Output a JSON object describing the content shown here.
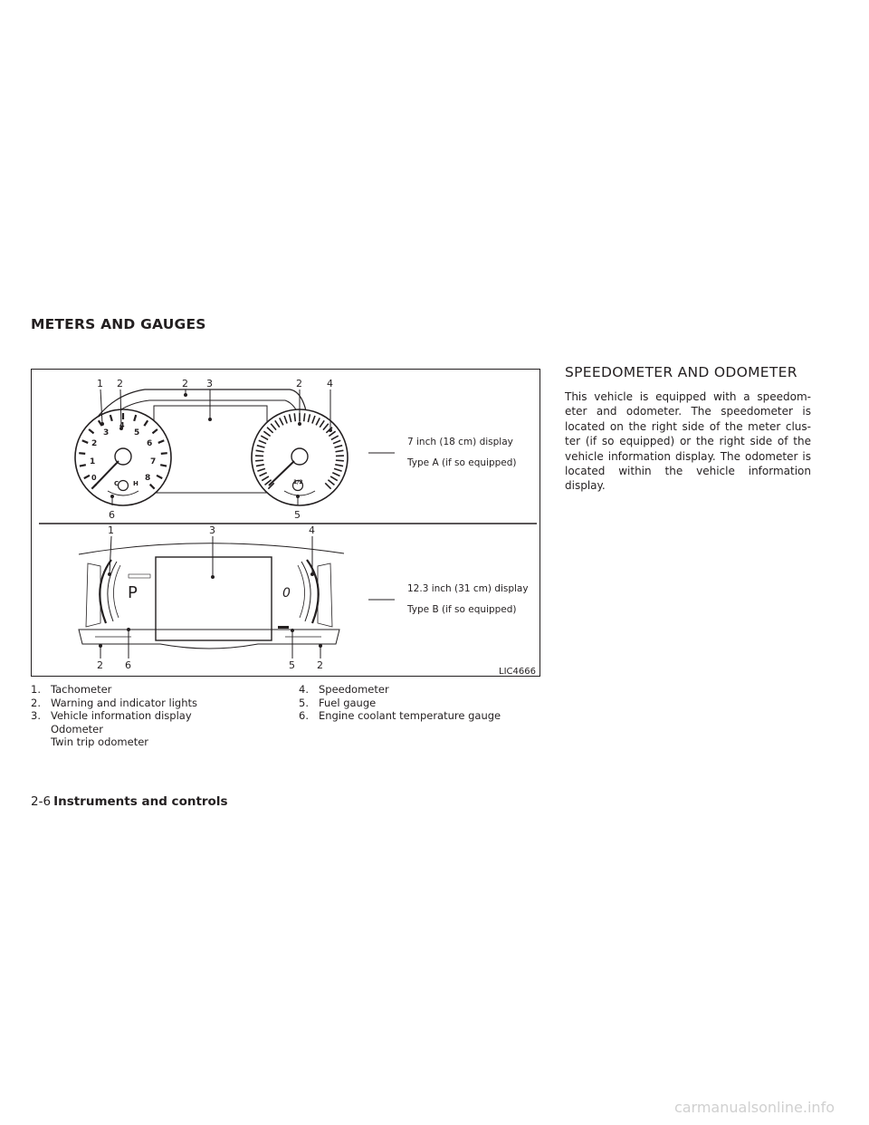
{
  "section_title": "METERS AND GAUGES",
  "figure": {
    "id": "LIC4666",
    "typeA": {
      "size_label": "7 inch (18 cm) display",
      "type_label": "Type A (if so equipped)",
      "callouts_top": [
        "1",
        "2",
        "2",
        "3",
        "2",
        "4"
      ],
      "callouts_bottom": [
        "6",
        "5"
      ],
      "tach_numbers": [
        "1",
        "2",
        "3",
        "4",
        "5",
        "6",
        "7",
        "8"
      ],
      "tach_zero": "0",
      "temp_c": "C",
      "temp_h": "H",
      "fuel_half": "1/2"
    },
    "typeB": {
      "size_label": "12.3 inch (31 cm) display",
      "type_label": "Type B (if so equipped)",
      "callouts_top": [
        "1",
        "3",
        "4"
      ],
      "callouts_bottom": [
        "2",
        "6",
        "5",
        "2"
      ],
      "gear": "P",
      "speed": "0"
    }
  },
  "legend": {
    "left": [
      {
        "num": "1.",
        "label": "Tachometer"
      },
      {
        "num": "2.",
        "label": "Warning and indicator lights"
      },
      {
        "num": "3.",
        "label": "Vehicle information display"
      }
    ],
    "left_sub": [
      "Odometer",
      "Twin trip odometer"
    ],
    "right": [
      {
        "num": "4.",
        "label": "Speedometer"
      },
      {
        "num": "5.",
        "label": "Fuel gauge"
      },
      {
        "num": "6.",
        "label": "Engine coolant temperature gauge"
      }
    ]
  },
  "subsection": {
    "title": "SPEEDOMETER AND ODOMETER",
    "body": "This vehicle is equipped with a speedom-eter and odometer. The speedometer is located on the right side of the meter clus-ter (if so equipped) or the right side of the vehicle information display. The odometer is located within the vehicle information display."
  },
  "footer": {
    "page": "2-6",
    "chapter": "Instruments and controls"
  },
  "watermark": "carmanualsonline.info"
}
